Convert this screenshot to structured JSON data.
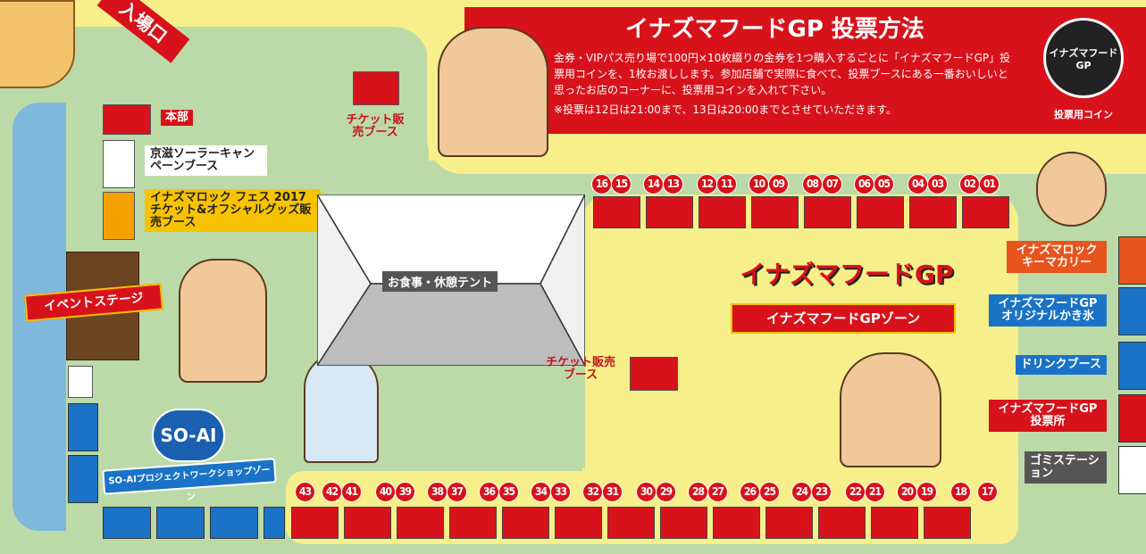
{
  "entrance": "入場口",
  "vote_box": {
    "title": "イナズマフードGP 投票方法",
    "body": "金券・VIPパス売り場で100円×10枚綴りの金券を1つ購入するごとに「イナズマフードGP」投票用コインを、1枚お渡しします。参加店舗で実際に食べて、投票ブースにある一番おいしいと思ったお店のコーナーに、投票用コインを入れて下さい。",
    "note": "※投票は12日は21:00まで、13日は20:00までとさせていただきます。",
    "coin_label": "投票用コイン",
    "coin_text": "イナズマフードGP"
  },
  "labels": {
    "honbu": "本部",
    "kyoshiga": "京滋ソーラーキャンペーンブース",
    "inazuma_rock": "イナズマロック フェス 2017チケット&オフシャルグッズ販売ブース",
    "event_stage": "イベントステージ",
    "ticket_top": "チケット販売ブース",
    "ticket_mid": "チケット販売ブース",
    "tent": "お食事・休憩テント",
    "food_gp_zone": "イナズマフードGPゾーン",
    "food_gp_logo": "イナズマフードGP",
    "soai_logo": "SO-AI",
    "soai_zone": "SO-AIプロジェクトワークショップゾーン"
  },
  "side_booths": [
    {
      "text": "イナズマロックキーマカリー",
      "color": "#e8541e"
    },
    {
      "text": "イナズマフードGPオリジナルかき氷",
      "color": "#1a73c6"
    },
    {
      "text": "ドリンクブース",
      "color": "#1a73c6"
    },
    {
      "text": "イナズマフードGP投票所",
      "color": "#d8121b"
    },
    {
      "text": "ゴミステーション",
      "color": "#555555"
    }
  ],
  "top_numbers": [
    "16",
    "15",
    "14",
    "13",
    "12",
    "11",
    "10",
    "09",
    "08",
    "07",
    "06",
    "05",
    "04",
    "03",
    "02",
    "01"
  ],
  "bottom_numbers": [
    "43",
    "42",
    "41",
    "40",
    "39",
    "38",
    "37",
    "36",
    "35",
    "34",
    "33",
    "32",
    "31",
    "30",
    "29",
    "28",
    "27",
    "26",
    "25",
    "24",
    "23",
    "22",
    "21",
    "20",
    "19",
    "18",
    "17"
  ],
  "colors": {
    "booth_red": "#d8121b",
    "booth_blue": "#1a73c6",
    "booth_white": "#ffffff",
    "booth_orange": "#f4a100",
    "ground_green": "#bcdaa8",
    "ground_yellow": "#f6ef8a",
    "water": "#7fb8dd",
    "stage": "#6b4420"
  }
}
